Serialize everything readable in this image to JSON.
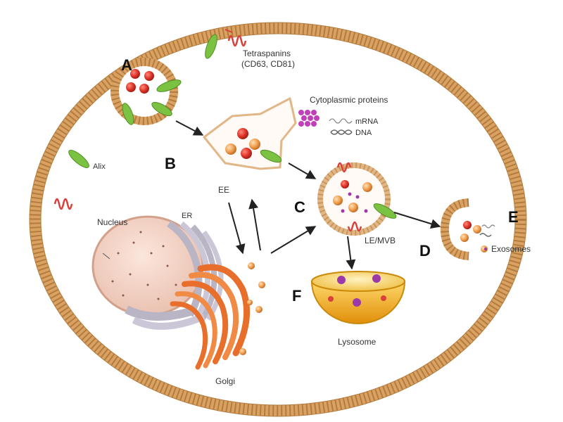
{
  "labels": {
    "tetraspanins_line1": "Tetraspanins",
    "tetraspanins_line2": "(CD63, CD81)",
    "cytoplasmic_proteins": "Cytoplasmic proteins",
    "mrna": "mRNA",
    "dna": "DNA",
    "alix": "Alix",
    "ee": "EE",
    "nucleus": "Nucleus",
    "er": "ER",
    "golgi": "Golgi",
    "le_mvb": "LE/MVB",
    "exosomes": "Exosomes",
    "lysosome": "Lysosome"
  },
  "steps": {
    "a": "A",
    "b": "B",
    "c": "C",
    "d": "D",
    "e": "E",
    "f": "F"
  },
  "colors": {
    "membrane": "#d9a262",
    "membrane_dark": "#b37c3e",
    "protein_green": "#7cc242",
    "tetraspanin_red": "#d8403a",
    "vesicle_red": "#e23b2e",
    "vesicle_orange": "#f2a25a",
    "purple": "#9b3aa8",
    "golgi": "#e86f2b",
    "lysosome": "#f2b51e"
  }
}
